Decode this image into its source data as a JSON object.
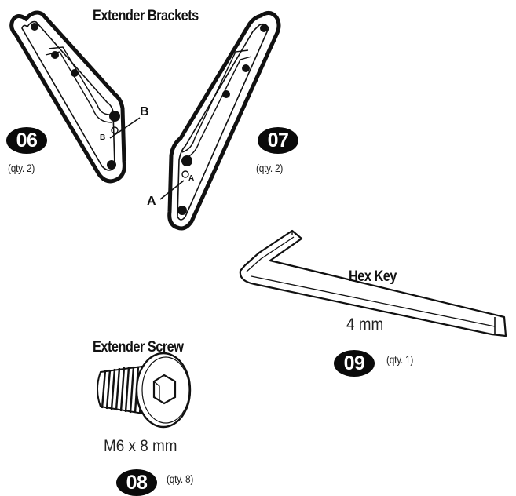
{
  "titles": {
    "extender_brackets": "Extender Brackets",
    "hex_key": "Hex Key",
    "extender_screw": "Extender Screw"
  },
  "parts": [
    {
      "number": "06",
      "qty": "(qty. 2)"
    },
    {
      "number": "07",
      "qty": "(qty. 2)"
    },
    {
      "number": "08",
      "qty": "(qty. 8)"
    },
    {
      "number": "09",
      "qty": "(qty. 1)"
    }
  ],
  "dimensions": {
    "hex_key": "4 mm",
    "screw": "M6 x 8 mm"
  },
  "callouts": {
    "b_label": "B",
    "b_engraving": "B",
    "a_label": "A",
    "a_engraving": "A"
  },
  "colors": {
    "line": "#111111",
    "badge": "#0a0a0a",
    "badge_text": "#ffffff"
  }
}
